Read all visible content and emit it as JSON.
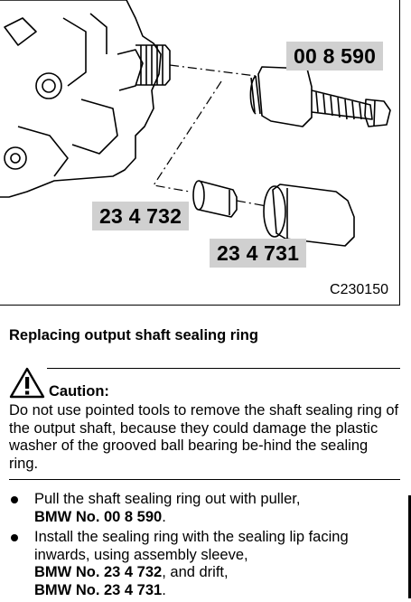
{
  "figure": {
    "labels": {
      "puller": "00 8 590",
      "sleeve": "23 4 732",
      "drift": "23 4 731"
    },
    "code": "C230150"
  },
  "section": {
    "title": "Replacing output shaft sealing ring",
    "caution_label": "Caution:",
    "caution_text": "Do not use pointed tools to remove the shaft sealing ring of the output shaft, because they could damage the plastic washer of the grooved ball bearing be-hind the sealing ring.",
    "icon": "warning-triangle-icon"
  },
  "steps": [
    {
      "text": "Pull the shaft sealing ring out with puller,",
      "ref1": "BMW No. 00 8 590",
      "ref1_suffix": "."
    },
    {
      "text": "Install the sealing ring with the sealing lip facing inwards, using assembly sleeve,",
      "ref1": "BMW No. 23 4 732",
      "ref1_suffix": ", and drift,",
      "ref2": "BMW No. 23 4 731",
      "ref2_suffix": "."
    }
  ]
}
